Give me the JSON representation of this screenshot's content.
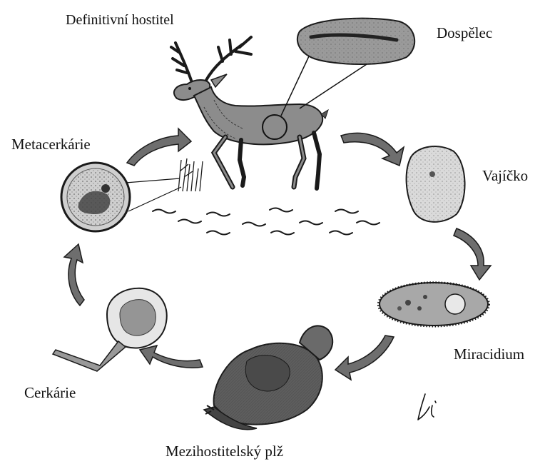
{
  "labels": {
    "definitive_host": "Definitivní hostitel",
    "adult": "Dospělec",
    "egg": "Vajíčko",
    "metacercaria": "Metacerkárie",
    "miracidium": "Miracidium",
    "cercaria": "Cerkárie",
    "snail": "Mezihostitelský plž"
  },
  "colors": {
    "ink": "#1a1a1a",
    "body_fill": "#8c8c8c",
    "light_fill": "#d8d8d8",
    "arrow_fill": "#6e6e6e",
    "background": "#ffffff"
  },
  "icons": {
    "host": "deer-icon",
    "adult": "fluke-adult-icon",
    "egg": "egg-icon",
    "miracidium": "miracidium-icon",
    "snail": "snail-icon",
    "cercaria": "cercaria-icon",
    "metacercaria": "metacercaria-cyst-icon",
    "vegetation": "grass-icon",
    "water": "water-waves-icon"
  }
}
